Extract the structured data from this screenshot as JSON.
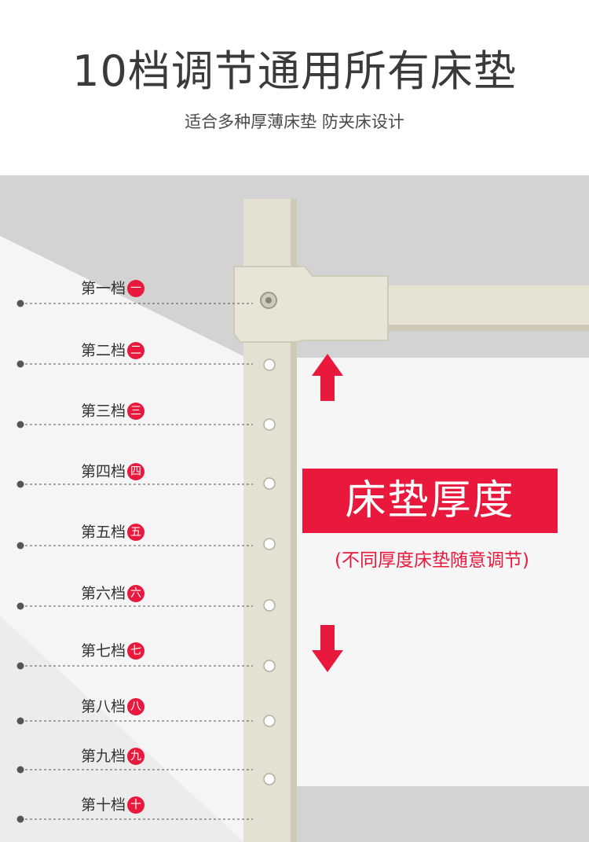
{
  "header": {
    "title": "10档调节通用所有床垫",
    "subtitle": "适合多种厚薄床垫 防夹床设计"
  },
  "callout": {
    "main": "床垫厚度",
    "sub": "(不同厚度床垫随意调节)"
  },
  "levels": [
    {
      "label": "第一档",
      "badge": "一"
    },
    {
      "label": "第二档",
      "badge": "二"
    },
    {
      "label": "第三档",
      "badge": "三"
    },
    {
      "label": "第四档",
      "badge": "四"
    },
    {
      "label": "第五档",
      "badge": "五"
    },
    {
      "label": "第六档",
      "badge": "六"
    },
    {
      "label": "第七档",
      "badge": "七"
    },
    {
      "label": "第八档",
      "badge": "八"
    },
    {
      "label": "第九档",
      "badge": "九"
    },
    {
      "label": "第十档",
      "badge": "十"
    }
  ],
  "colors": {
    "accent": "#e8193c",
    "background_gray": "#d4d4d4",
    "pole": "#e4e0d2"
  },
  "icons": {
    "up": "arrow-up-icon",
    "down": "arrow-down-icon"
  }
}
